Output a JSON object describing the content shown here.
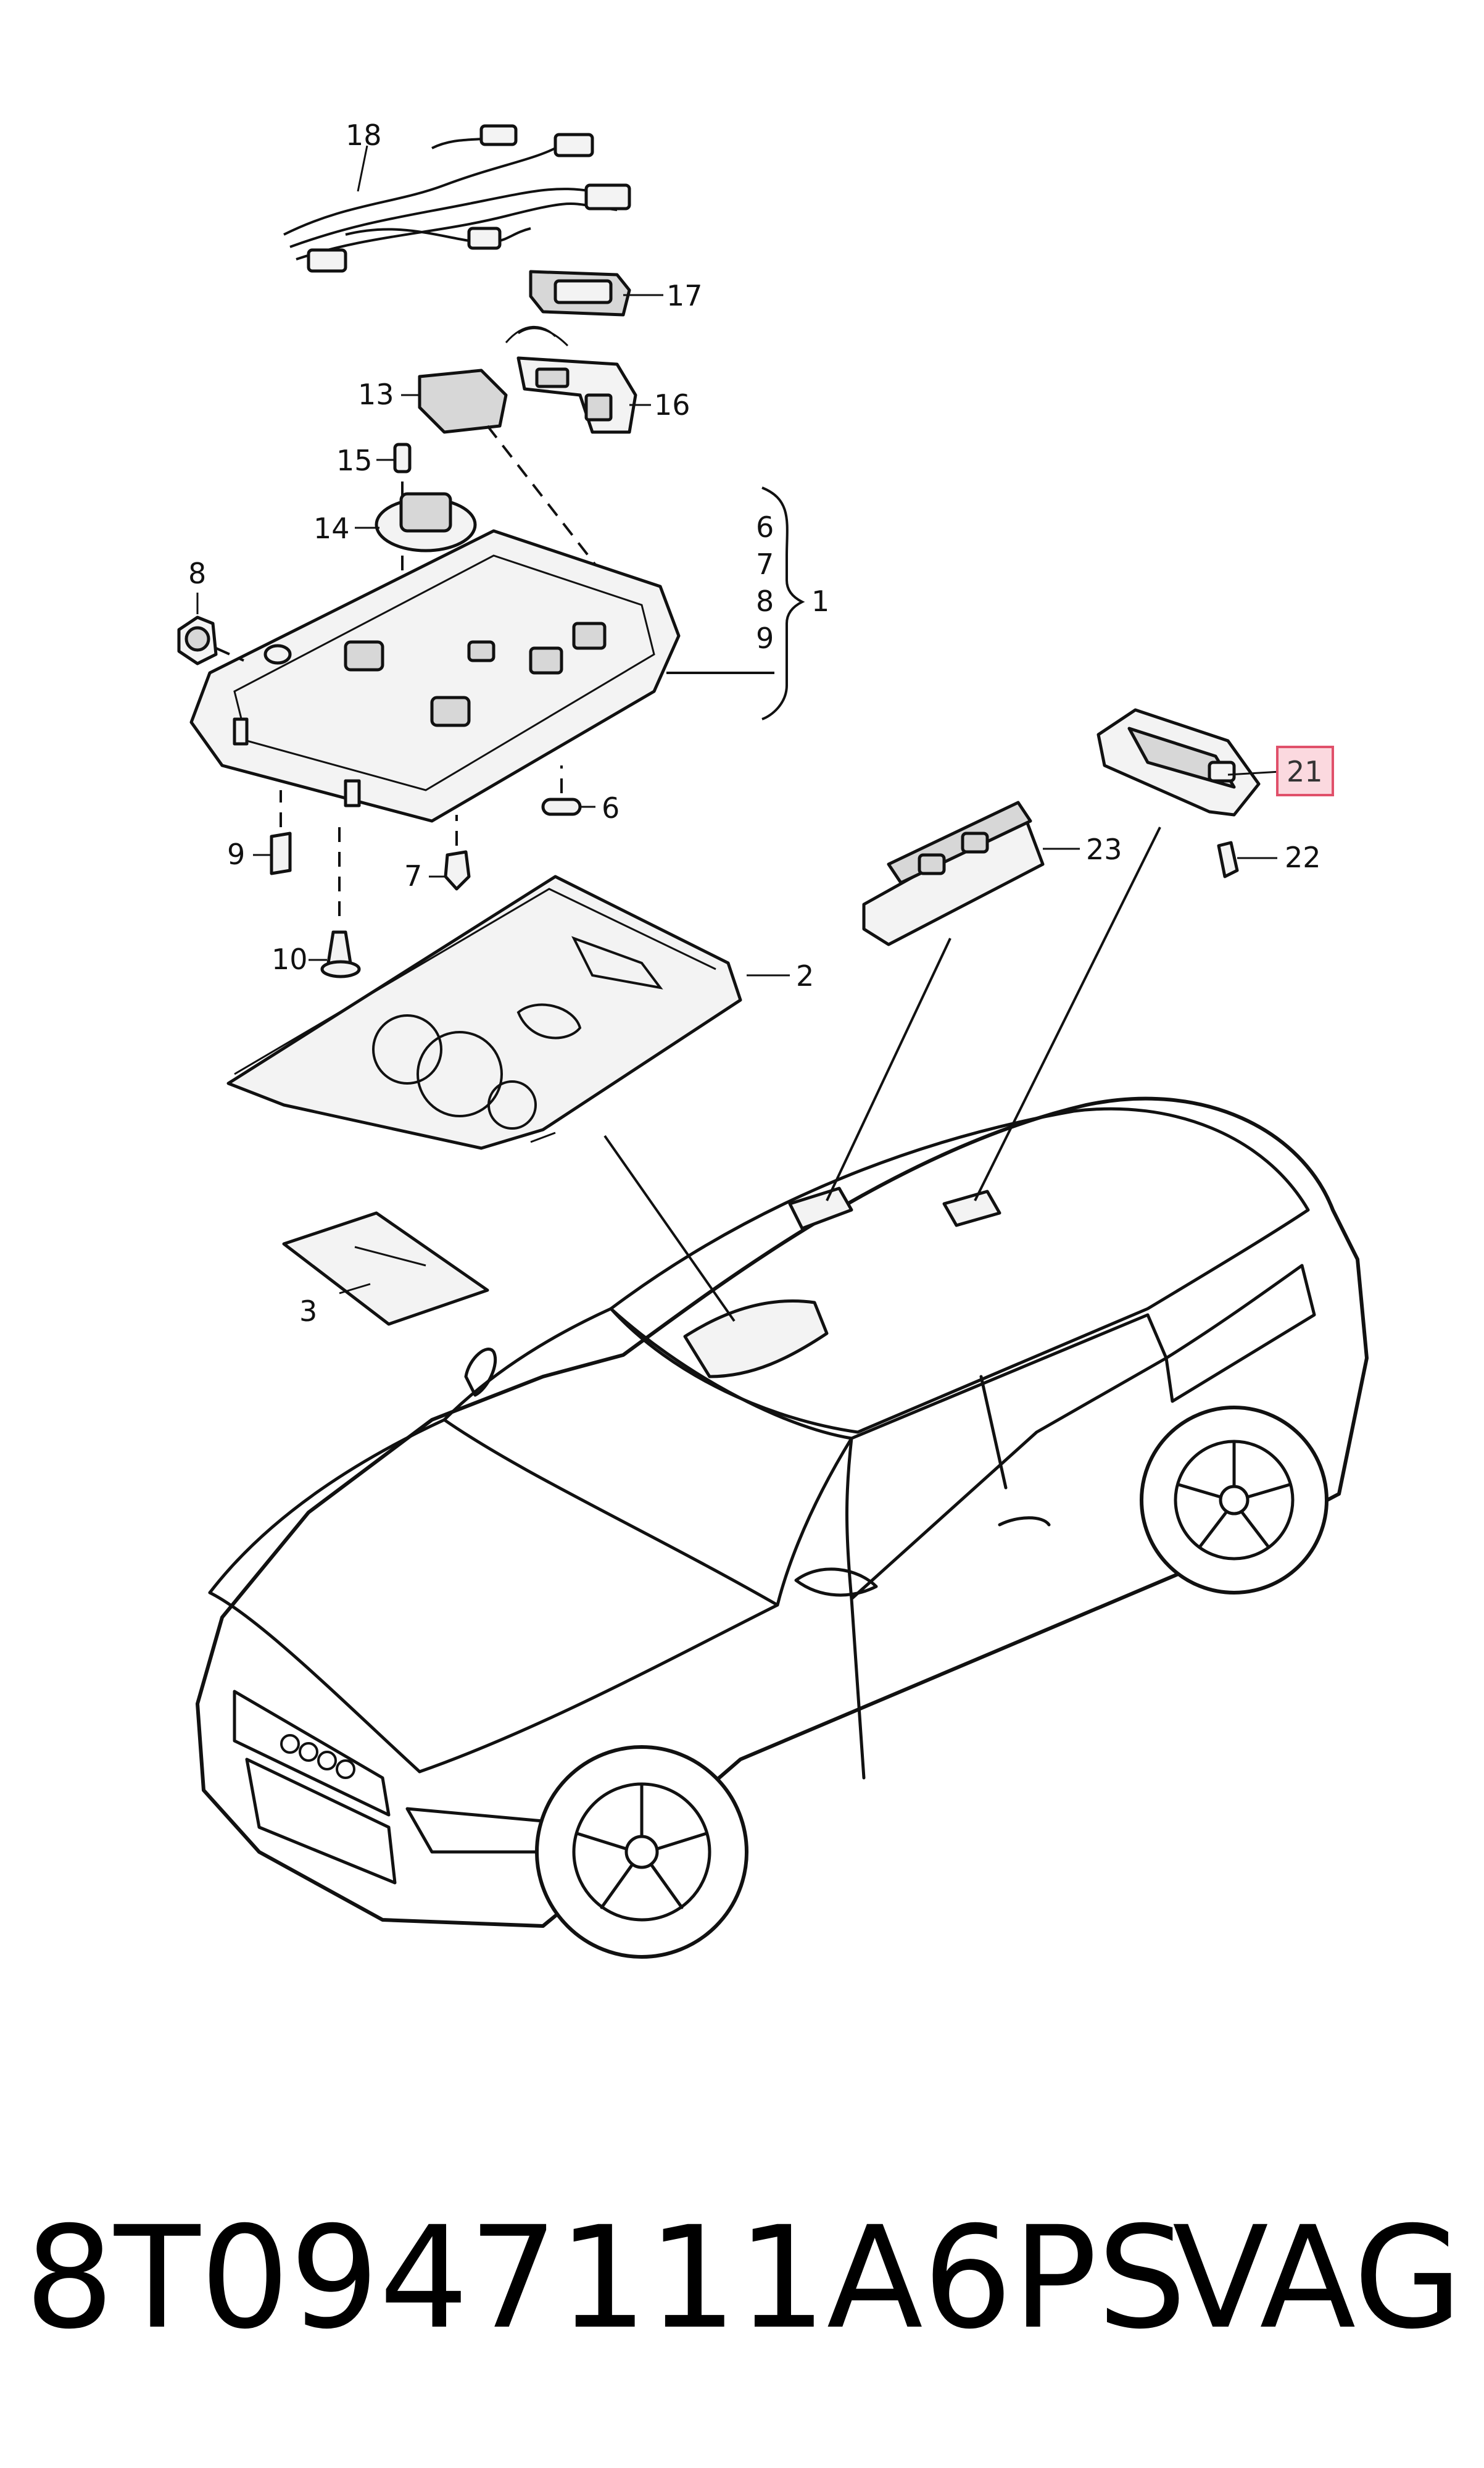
{
  "diagram": {
    "callouts": [
      "1",
      "2",
      "3",
      "6",
      "7",
      "8",
      "9",
      "10",
      "13",
      "14",
      "15",
      "16",
      "17",
      "18",
      "21",
      "22",
      "23"
    ],
    "bracket_items": [
      "6",
      "7",
      "8",
      "9"
    ],
    "highlighted_callout": "21",
    "highlight_color": "#fbd9df",
    "highlight_border_color": "#e0506a"
  },
  "footer": {
    "part_number": "8T0947111A6PS",
    "brand": "VAG"
  }
}
